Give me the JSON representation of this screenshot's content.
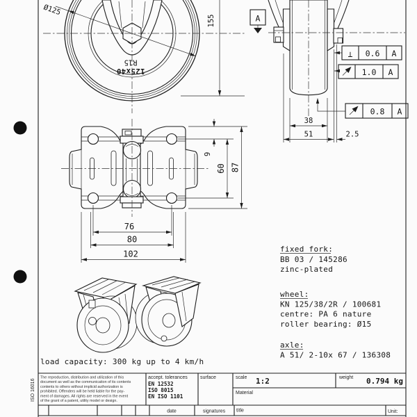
{
  "front_view": {
    "diameter_label": "Ø125",
    "height_dim": "155",
    "wheel_marking": "125x40",
    "wheel_marking_radius": "R15"
  },
  "side_view": {
    "datum_label": "A",
    "dim_wheel_width": "38",
    "dim_overall_width": "51",
    "dim_offset": "2.5",
    "tolerances": [
      {
        "symbol_glyph": "⊥",
        "symbol_name": "perpendicularity",
        "value": "0.6",
        "datum": "A"
      },
      {
        "symbol_name": "circular-runout",
        "value": "1.0",
        "datum": "A"
      },
      {
        "symbol_name": "circular-runout",
        "value": "0.8",
        "datum": "A"
      }
    ]
  },
  "plate_view": {
    "dim_hole_spacing_x": "76",
    "dim_slot_spacing_x": "80",
    "dim_plate_width": "102",
    "dim_edge_to_hole": "9",
    "dim_hole_spacing_y": "60",
    "dim_plate_height": "87"
  },
  "notes": {
    "fork_heading": "fixed fork:",
    "fork_code": "BB 03  / 145286",
    "fork_finish": "zinc-plated",
    "wheel_heading": "wheel:",
    "wheel_code": "KN 125/38/2R / 100681",
    "wheel_centre": "centre: PA 6 nature",
    "wheel_bearing": "roller bearing: Ø15",
    "axle_heading": "axle:",
    "axle_code": "A 51/ 2-10x 67 / 136308"
  },
  "load_capacity": "load capacity: 300 kg up to 4 km/h",
  "margin": {
    "standard": "ISO 16016"
  },
  "title_block": {
    "legal_lines": [
      "The reproduction, distribution and utilization of this",
      "document as well as the communication of its contents",
      "contents to others without implicid authorization is",
      "prohibited. Offenders will be held liable for the pay-",
      "ment of damages. All rights are reserved in the event",
      "of the grant of a patent, utility model or design."
    ],
    "accept_tolerances_label": "accept. tolerances",
    "tolerance_standards": [
      "EN 12532",
      "ISO 8015",
      "EN ISO 1101"
    ],
    "surface_label": "surface",
    "scale_label": "scale",
    "scale_value": "1:2",
    "weight_label": "weight",
    "weight_value": "0.794 kg",
    "material_label": "Material",
    "date_label": "date",
    "signatures_label": "signatures",
    "title_label": "title",
    "unit_label": "Unit:"
  }
}
